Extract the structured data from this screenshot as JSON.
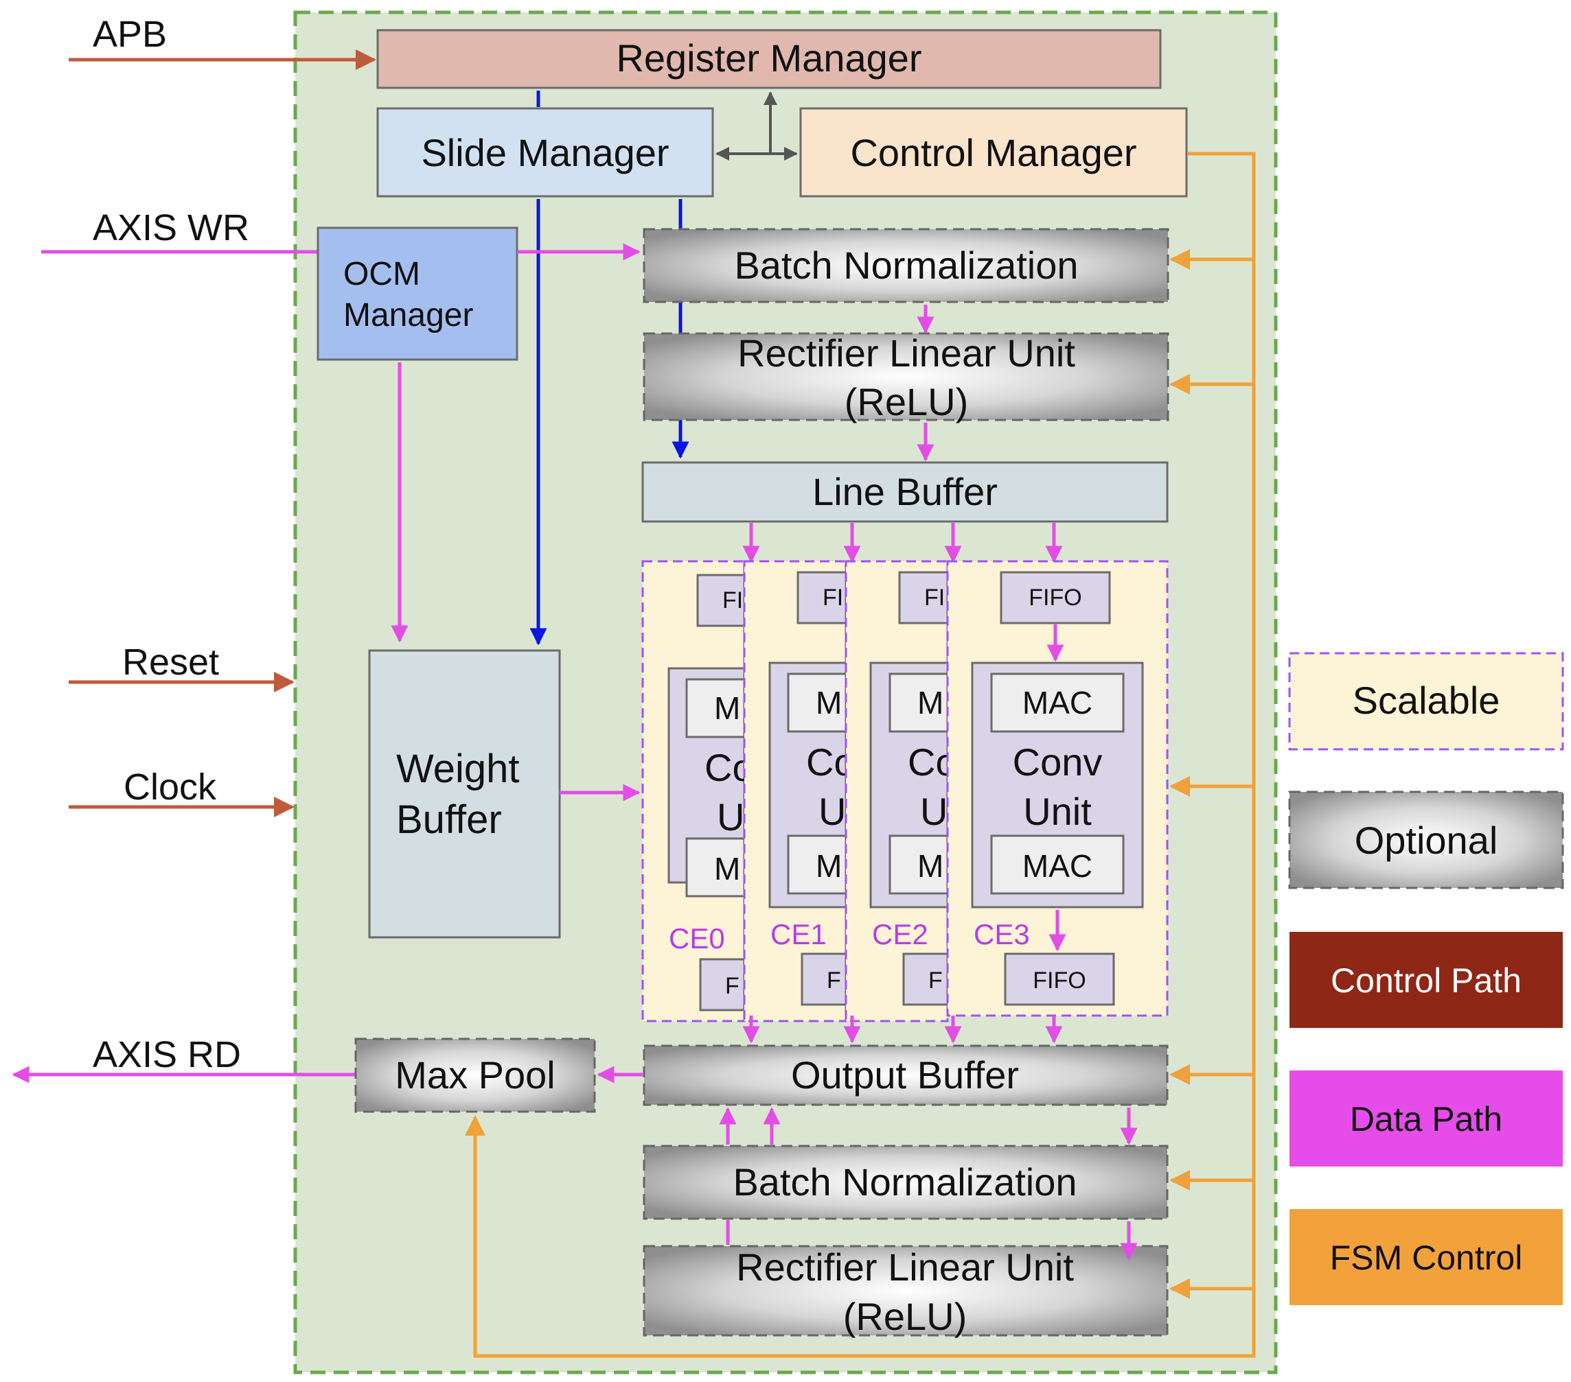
{
  "inputs": {
    "apb": "APB",
    "axis_wr": "AXIS WR",
    "reset": "Reset",
    "clock": "Clock",
    "axis_rd": "AXIS RD"
  },
  "blocks": {
    "register_manager": "Register Manager",
    "slide_manager": "Slide Manager",
    "control_manager": "Control Manager",
    "ocm_manager_line1": "OCM",
    "ocm_manager_line2": "Manager",
    "batch_norm_top": "Batch Normalization",
    "relu_top_line1": "Rectifier Linear Unit",
    "relu_top_line2": "(ReLU)",
    "line_buffer": "Line Buffer",
    "weight_buffer_line1": "Weight",
    "weight_buffer_line2": "Buffer",
    "max_pool": "Max Pool",
    "output_buffer": "Output Buffer",
    "batch_norm_bottom": "Batch Normalization",
    "relu_bottom_line1": "Rectifier Linear Unit",
    "relu_bottom_line2": "(ReLU)"
  },
  "compute_engines": {
    "fifo_label": "FIFO",
    "mac_label": "MAC",
    "conv_unit_line1": "Conv",
    "conv_unit_line2": "Unit",
    "partial_fifo_top": "FI",
    "partial_fifo_bottom": "F",
    "partial_mac": "M",
    "partial_conv_line1": "Co",
    "partial_conv_line2": "U",
    "names": [
      "CE0",
      "CE1",
      "CE2",
      "CE3"
    ]
  },
  "legend": {
    "scalable": "Scalable",
    "optional": "Optional",
    "control_path": "Control Path",
    "data_path": "Data Path",
    "fsm_control": "FSM Control"
  },
  "colors": {
    "control_path": "#bf5b3a",
    "data_path": "#e34de6",
    "fsm_control": "#f0a13a",
    "internal_control": "#0a15e6",
    "system_bg": "#dbe6d2",
    "system_border": "#6aa84f",
    "scalable_bg": "#fdf3d6",
    "scalable_border": "#a052f0",
    "legend_control": "#8f2716",
    "legend_data": "#e64ce9",
    "legend_fsm": "#f3a23b"
  }
}
